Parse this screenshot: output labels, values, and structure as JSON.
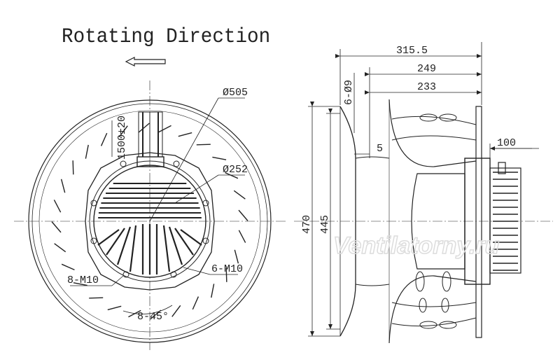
{
  "title": "Rotating Direction",
  "front_view": {
    "dia_outer": "Ø505",
    "dia_inner": "Ø252",
    "cable_length": "1500±20",
    "bolts_a": "8-M10",
    "bolts_b": "6-M10",
    "angle": "8-45°"
  },
  "side_view": {
    "width_total": "315.5",
    "width_mid": "249",
    "width_inner": "233",
    "flange_offset": "6-Ø9",
    "gap": "5",
    "motor_offset": "100",
    "height_outer": "470",
    "height_inner": "445"
  },
  "watermark": "Ventilatorny.ru"
}
